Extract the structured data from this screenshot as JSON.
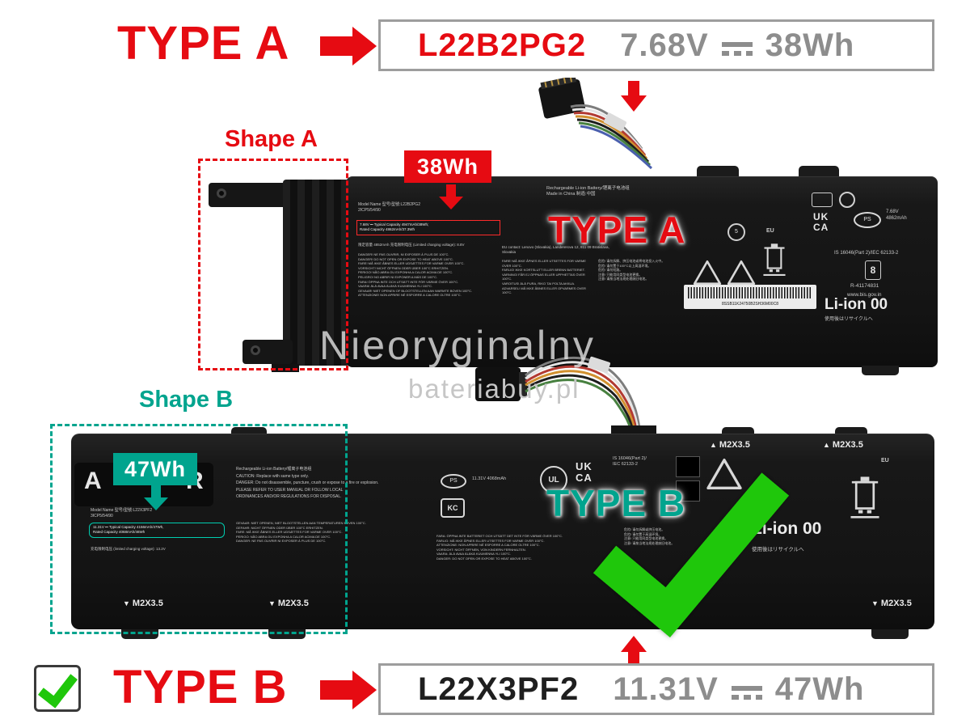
{
  "colors": {
    "accent_red": "#e60b12",
    "accent_teal": "#00a48e",
    "check_green": "#1fc70b",
    "spec_gray": "#8d8d8d"
  },
  "header_a": {
    "title": "TYPE A",
    "model": "L22B2PG2",
    "voltage": "7.68V",
    "capacity": "38Wh"
  },
  "footer_b": {
    "title": "TYPE B",
    "model": "L22X3PF2",
    "voltage": "11.31V",
    "capacity": "47Wh"
  },
  "watermark": {
    "line1": "Nieoryginalny",
    "line2": "bateriabuy.pl"
  },
  "battery_a": {
    "shape_label": "Shape A",
    "badge": "38Wh",
    "overlay": "TYPE A",
    "top_line1": "Rechargeable Li-ion Battery/锂离子电池组",
    "top_line2": "Made in China 制造:中国",
    "model_line": "Model Name 型号/型號:L22B2PG2",
    "cells": "2ICP5/54/90",
    "capacity_boxed": "7.68V ⎓ Typical Capacity 4947mAh/38Wh;\nRated Capacity 4862mAh/37.3Wh",
    "charge_line": "限定容量 4852mAh 充电限制电压 (Limited charging voltage): 8.8V",
    "eu_contact": "EU contact: Lenovo (Slovakia), Landererova 12, 811 09 Bratislava, Slovakia",
    "warnings_left": "DANGER!  NE PAS OUVRIR, NI EXPOSER À PLUS DE 100°C.\nDANGER!  DO NOT OPEN OR EXPOSE TO HEAT ABOVE 100°C.\nFARE!  MÅ IKKE ÅBNES ELLER UDSÆTTES FOR VARME OVER 100°C.\nVORSICHT!  NICHT ÖFFNEN ODER ÜBER 100°C ERHITZEN.\nPERIGO!  NÃO ABRA OU EXPONHA A CALOR ACIMA DE 100°C.\nPELIGRO!  NO ABRIR NI EXPONER A MÁS DE 100°C.\nFARA!  ÖPPNA INTE OCH UTSÄTT INTE FÖR VÄRME ÖVER 100°C.\nVAARA!  ÄLÄ AVAA ÄLÄKÄ KUUMENNA YLI 100°C.\nGEVAAR!  NIET OPENEN OF BLOOTSTELLEN AAN WARMTE BOVEN 100°C.\nATTENZIONE!  NON APRIRE NÉ ESPORRE A CALORE OLTRE 100°C.",
    "warnings_mid": "FARE!  MÅ IKKE ÅPNES ELLER UTSETTES FOR VARME OVER 100°C.\nFARLIG!  IKKE KORTSLUTT ELLER BRENN BATTERIET.\nVARNING!  FÅR EJ ÖPPNAS ELLER UPPHETTAS ÖVER 100°C.\nVAROITUS!  ÄLÄ PURA, RIKO TAI POLTA AKKUA.\nADVARSEL!  MÅ IKKE ÅBNES ELLER OPVARMES OVER 100°C.",
    "warnings_cjk": "危险! 请勿拆解、挤压电池或将电池投入火中。\n危险! 请勿置于100°C以上高温环境。\n危险! 请勿短路。\n注意! 只能用同类型电池更换。\n注意! 请按当地法规处理废旧电池。",
    "marks": {
      "rohs": "5",
      "eu": "EU",
      "ukca": "UK\nCA",
      "ps": "PS",
      "ps_text": "7.68V\n4862mAh",
      "standard": "IS 16046(Part 2)/IEC 62133-2",
      "bis8": "8",
      "r_number": "R-41174831",
      "bis_url": "www.bis.gov.in",
      "serial": "8SSB11K24750B2SH36M00C8",
      "liion": "Li-ion 00",
      "jp_note": "使用後はリサイクルへ"
    }
  },
  "battery_b": {
    "shape_label": "Shape B",
    "badge": "47Wh",
    "overlay": "TYPE B",
    "strip_left": "A",
    "strip_right": "R",
    "screws": {
      "label": "M2X3.5",
      "tri_up": "▲",
      "tri_down": "▼"
    },
    "model_line": "Model Name 型号/型號:L22X3PF2",
    "cells": "3ICP5/54/90",
    "capacity_boxed": "11.31V ⎓ Typical Capacity 4156mAh/47Wh,\nRated Capacity 4068mAh/46Wh",
    "charge_line": "充电限制电压 (limited charging voltage): 13.2V",
    "center_block": "Rechargeable Li-ion Battery/锂离子电池组\nCAUTION: Replace with same type only.\nDANGER: Do not disassemble, puncture, crush or expose to a fire or explosion.\nPLEASE REFER TO USER MANUAL OR FOLLOW LOCAL\nORDINANCES AND/OR REGULATIONS FOR DISPOSAL.",
    "warnings_left": "GEVAAR:  NIET OPENEN, NIET BLOOTSTELLEN AAN TEMPERATUREN BOVEN 100°C.\nGEFAHR:  NICHT ÖFFNEN ODER ÜBER 100°C ERHITZEN.\nFARE:  MÅ IKKE ÅBNES ELLER UDSÆTTES FOR VARME OVER 100°C.\nPERIGO:  NÃO ABRA OU EXPONHA A CALOR ACIMA DE 100°C.\nDANGER:  NE PAS OUVRIR NI EXPOSER À PLUS DE 100°C.",
    "warnings_mid": "FARA:  ÖPPNA INTE BATTERIET OCH UTSÄTT DET INTE FÖR VÄRME ÖVER 100°C.\nFARLIG:  MÅ IKKE ÅPNES ELLER UTSETTES FOR VARME OVER 100°C.\nATTENZIONE:  NON APRIRE NÉ ESPORRE A CALORE OLTRE 100°C.\nVORSICHT:  NICHT ÖFFNEN, VON KINDERN FERNHALTEN.\nVAARA:  ÄLÄ AVAA ÄLÄKÄ KUUMENNA YLI 100°C.\nDANGER:  DO NOT OPEN OR EXPOSE TO HEAT ABOVE 100°C.",
    "warnings_cjk": "危险! 请勿拆解或挤压电池。\n危险! 请勿置于高温环境。\n注意! 只能用同类型电池更换。\n注意! 请按当地法规处理废旧电池。",
    "marks": {
      "ps": "PS",
      "ps_text": "11.31V 4068mAh",
      "kc": "KC",
      "ul": "UL",
      "ukca": "UK\nCA",
      "standard": "IS 16046(Part 2)/\nIEC 62133-2",
      "liion": "Li-ion 00",
      "jp_note": "使用後はリサイクルへ",
      "eu": "EU"
    }
  }
}
